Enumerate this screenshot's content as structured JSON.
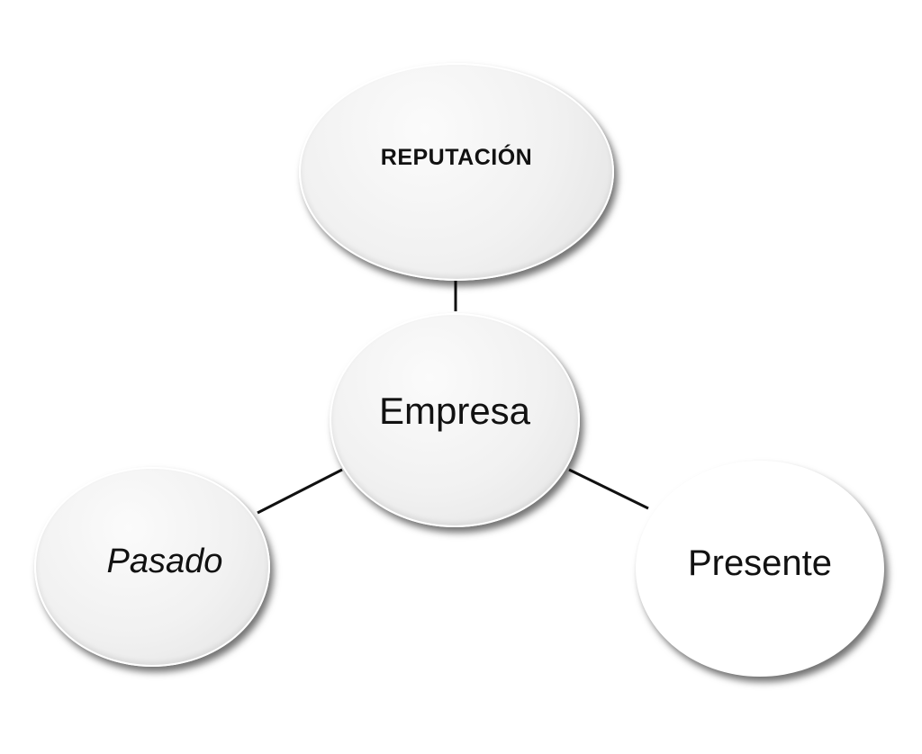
{
  "diagram": {
    "nodes": {
      "reputacion": "REPUTACIÓN",
      "empresa": "Empresa",
      "pasado": "Pasado",
      "presente": "Presente"
    },
    "edges": [
      {
        "from": "empresa",
        "to": "reputacion"
      },
      {
        "from": "empresa",
        "to": "pasado"
      },
      {
        "from": "empresa",
        "to": "presente"
      }
    ],
    "colors": {
      "line": "#111111",
      "text": "#111111",
      "node_fill": "#f1f1f1"
    }
  }
}
